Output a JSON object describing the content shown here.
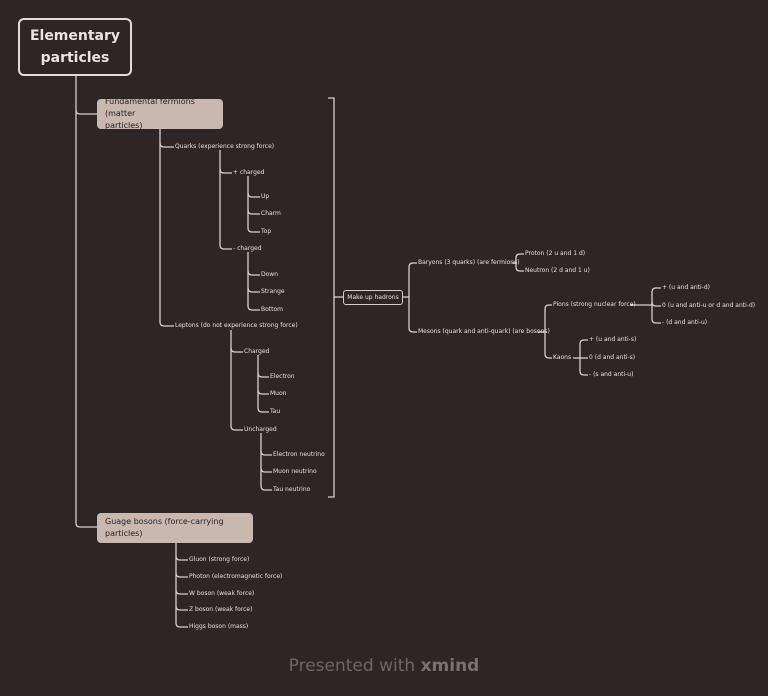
{
  "root": {
    "line1": "Elementary",
    "line2": "particles"
  },
  "fermions": {
    "line1": "Fundamental fermions (matter",
    "line2": "particles)"
  },
  "bosons": {
    "line1": "Guage bosons (force-carrying",
    "line2": "particles)"
  },
  "quarks": "Quarks (experience strong force)",
  "plus_charged": "+ charged",
  "up": "Up",
  "charm": "Charm",
  "top": "Top",
  "minus_charged": "- charged",
  "down": "Down",
  "strange": "Strange",
  "bottom": "Bottom",
  "leptons": "Leptons (do not experience strong force)",
  "charged": "Charged",
  "electron": "Electron",
  "muon": "Muon",
  "tau": "Tau",
  "uncharged": "Uncharged",
  "electron_neutrino": "Electron neutrino",
  "muon_neutrino": "Muon neutrino",
  "tau_neutrino": "Tau neutrino",
  "hadrons": "Make up hadrons",
  "baryons": "Baryons (3 quarks) (are fermions)",
  "proton": "Proton (2 u and 1 d)",
  "neutron": "Neutron (2 d and 1 u)",
  "mesons": "Mesons (quark and anti-quark) (are bosons)",
  "pions": "Pions (strong nuclear force)",
  "pion_plus": "+ (u and anti-d)",
  "pion_zero": "0 (u and anti-u or d and anti-d)",
  "pion_minus": "- (d and anti-u)",
  "kaons": "Kaons",
  "kaon_plus": "+ (u and anti-s)",
  "kaon_zero": "0 (d and anti-s)",
  "kaon_minus": "- (s and anti-u)",
  "gluon": "Gluon (strong force)",
  "photon": "Photon (electromagnetic force)",
  "w_boson": "W boson (weak force)",
  "z_boson": "Z boson (weak force)",
  "higgs": "Higgs boson (mass)",
  "footer": {
    "text": "Presented with",
    "brand": "xmind"
  },
  "colors": {
    "background": "#2d2624",
    "node_fill": "#c8b8b0",
    "line": "#d9cfca",
    "text": "#e9e2de"
  }
}
